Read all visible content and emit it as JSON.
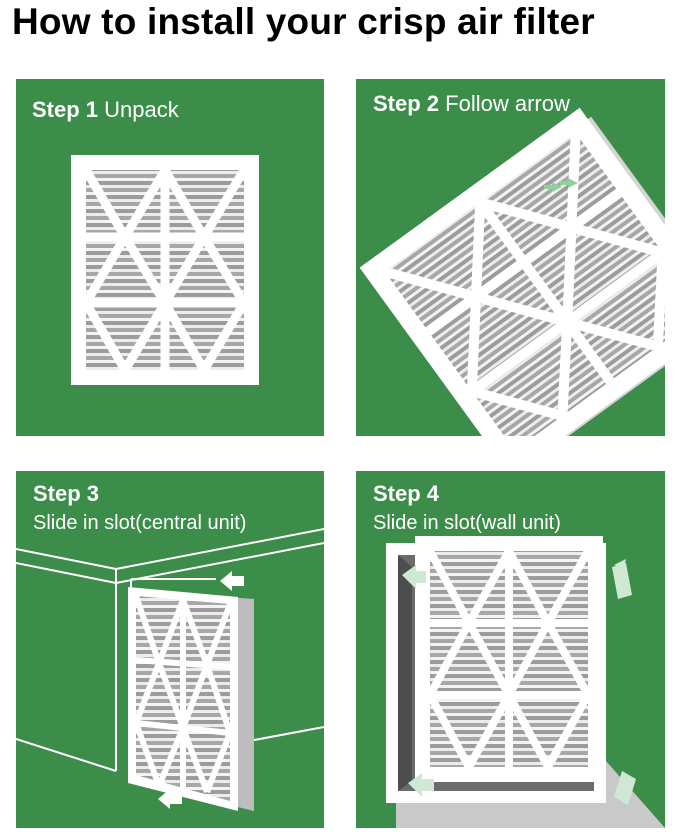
{
  "header": {
    "title": "How to install your crisp air filter"
  },
  "steps": [
    {
      "label": "Step 1",
      "text": "Unpack"
    },
    {
      "label": "Step 2",
      "text": "Follow arrow"
    },
    {
      "label": "Step 3",
      "text": "Slide in slot(central unit)"
    },
    {
      "label": "Step 4",
      "text": "Slide in slot(wall unit)"
    }
  ],
  "colors": {
    "panel_green": "#3c8d49",
    "filter_frame": "#ffffff",
    "pleat_dark": "#9a9a9a",
    "pleat_light": "#e6e6e6"
  },
  "icons": [
    "filter-illustration",
    "airflow-arrow-icon",
    "hvac-duct-illustration",
    "wall-slot-illustration"
  ]
}
